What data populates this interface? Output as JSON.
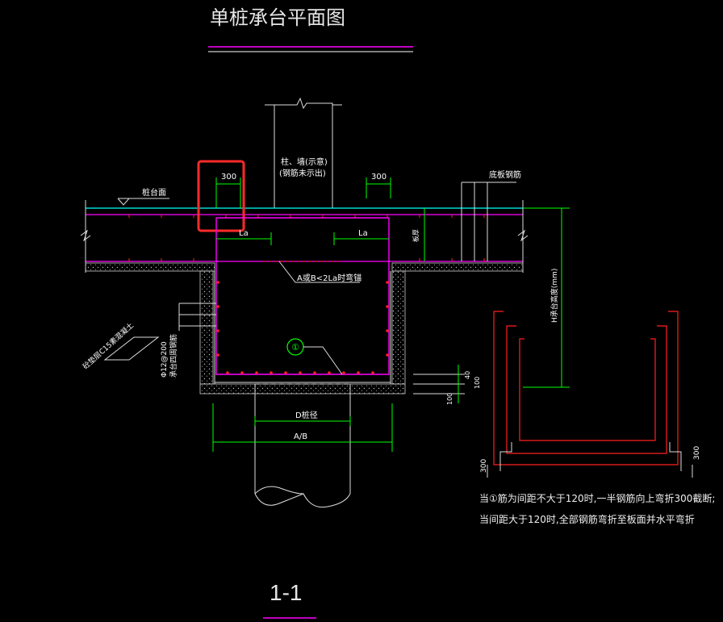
{
  "title": "单桩承台平面图",
  "section_label": "1-1",
  "labels": {
    "column_wall_1": "柱、墙(示意)",
    "column_wall_2": "(钢筋未示出)",
    "dim_300_left": "300",
    "dim_300_right": "300",
    "cap_top": "桩台面",
    "bottom_rebar": "底板钢筋",
    "la_left": "La",
    "la_right": "La",
    "slab_thickness": "板厚",
    "ab_note": "A或B<2La时弯锚",
    "cap_height": "H承台高度(mm)",
    "rebar_circle": "①",
    "rebar_spec_1": "Φ12@200",
    "rebar_spec_2": "承台四周钢筋",
    "protect_layer": "砼垫层C15素混凝土",
    "dim_40": "40",
    "dim_100_a": "100",
    "dim_100_b": "100",
    "d_pile": "D桩径",
    "ab": "A/B",
    "dim_300_small_left": "300",
    "dim_300_small_right": "300",
    "note_line1": "当①筋为间距不大于120时,一半钢筋向上弯折300截断;",
    "note_line2": "当间距大于120时,全部钢筋弯折至板面并水平弯折"
  },
  "colors": {
    "background": "#000000",
    "white": "#ffffff",
    "magenta": "#ff00ff",
    "green": "#00ff00",
    "cyan": "#00ffff",
    "red": "#ff2020",
    "highlight": "#ff2a2a"
  }
}
